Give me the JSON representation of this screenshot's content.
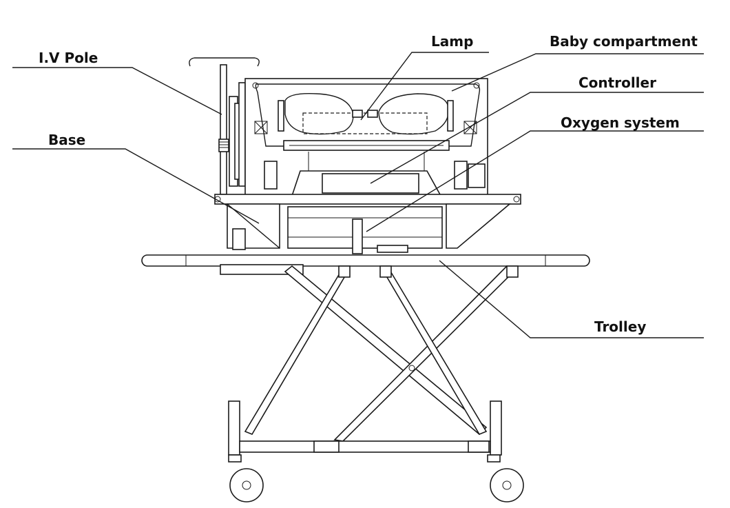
{
  "labels": {
    "iv_pole": "I.V Pole",
    "lamp": "Lamp",
    "baby_compartment": "Baby compartment",
    "controller": "Controller",
    "oxygen_system": "Oxygen system",
    "base": "Base",
    "trolley": "Trolley"
  }
}
